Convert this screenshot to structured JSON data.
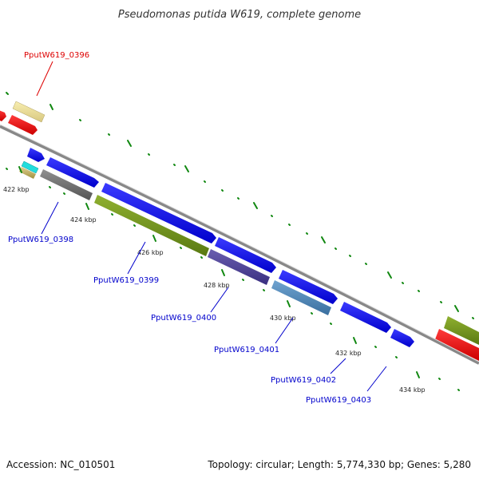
{
  "title": "Pseudomonas putida W619, complete genome",
  "footer": {
    "accession": "Accession: NC_010501",
    "summary": "Topology: circular; Length: 5,774,330 bp; Genes: 5,280"
  },
  "ticks": [
    {
      "label": "422 kbp"
    },
    {
      "label": "424 kbp"
    },
    {
      "label": "426 kbp"
    },
    {
      "label": "428 kbp"
    },
    {
      "label": "430 kbp"
    },
    {
      "label": "432 kbp"
    },
    {
      "label": "434 kbp"
    }
  ],
  "gene_labels": [
    {
      "id": "PputW619_0396",
      "color": "#dd0000"
    },
    {
      "id": "PputW619_0398",
      "color": "#0000cc"
    },
    {
      "id": "PputW619_0399",
      "color": "#0000cc"
    },
    {
      "id": "PputW619_0400",
      "color": "#0000cc"
    },
    {
      "id": "PputW619_0401",
      "color": "#0000cc"
    },
    {
      "id": "PputW619_0402",
      "color": "#0000cc"
    },
    {
      "id": "PputW619_0403",
      "color": "#0000cc"
    }
  ],
  "colors": {
    "cds_forward": "#0000ee",
    "cds_reverse": "#ee0000",
    "backbone": "#888888",
    "tick": "#118811"
  }
}
